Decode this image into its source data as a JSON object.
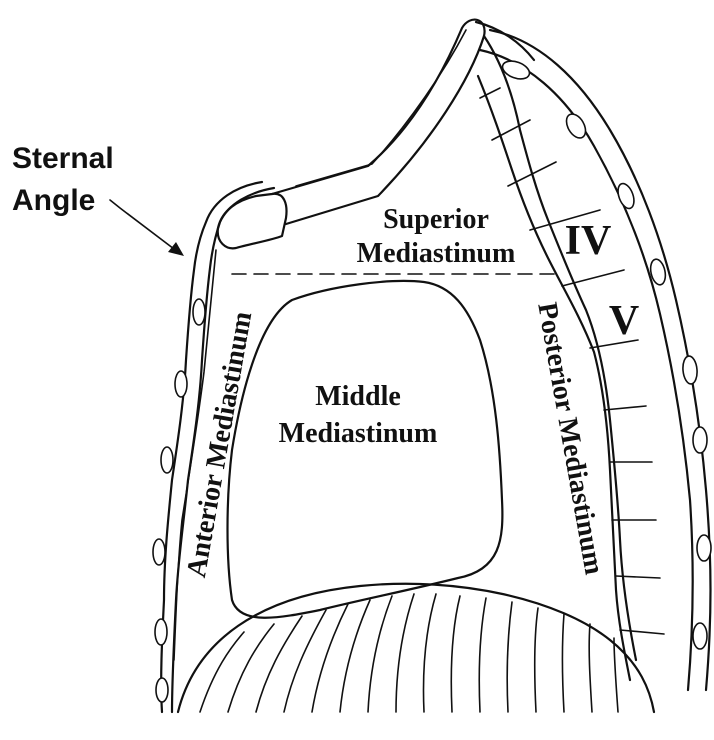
{
  "labels": {
    "sternal_angle_line1": "Sternal",
    "sternal_angle_line2": "Angle",
    "superior_line1": "Superior",
    "superior_line2": "Mediastinum",
    "middle_line1": "Middle",
    "middle_line2": "Mediastinum",
    "anterior": "Anterior Mediastinum",
    "posterior": "Posterior Mediastinum",
    "vertebra_iv": "IV",
    "vertebra_v": "V"
  }
}
